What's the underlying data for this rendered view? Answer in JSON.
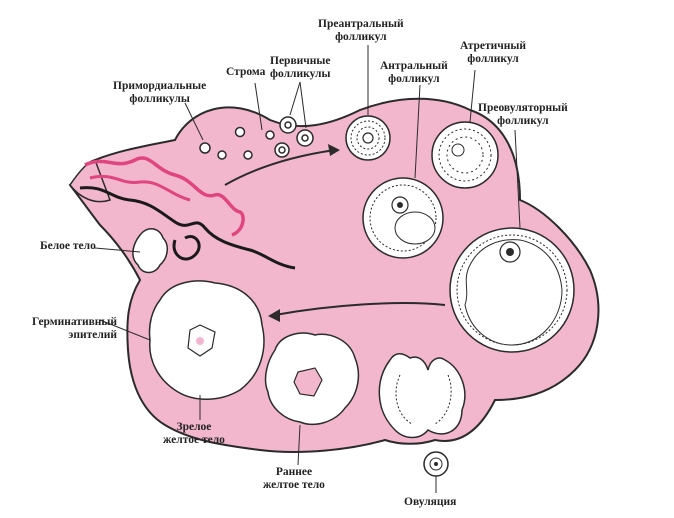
{
  "labels": {
    "preantral": "Преантральный\nфолликул",
    "atretic": "Атретичный\nфолликул",
    "primary": "Первичные\nфолликулы",
    "stroma": "Строма",
    "antral": "Антральный\nфолликул",
    "primordial": "Примордиальные\nфолликулы",
    "preovulatory": "Преовуляторный\nфолликул",
    "white_body": "Белое тело",
    "germinal": "Герминативный\nэпителий",
    "mature_cl": "Зрелое\nжелтое тело",
    "early_cl": "Раннее\nжелтое тело",
    "ovulation": "Овуляция"
  },
  "colors": {
    "tissue": "#f3b7cd",
    "outline": "#2b2b2b",
    "vessel_pink": "#e0457f",
    "vessel_dark": "#1a1a1a",
    "cell_fill": "#ffffff",
    "text": "#222222"
  }
}
